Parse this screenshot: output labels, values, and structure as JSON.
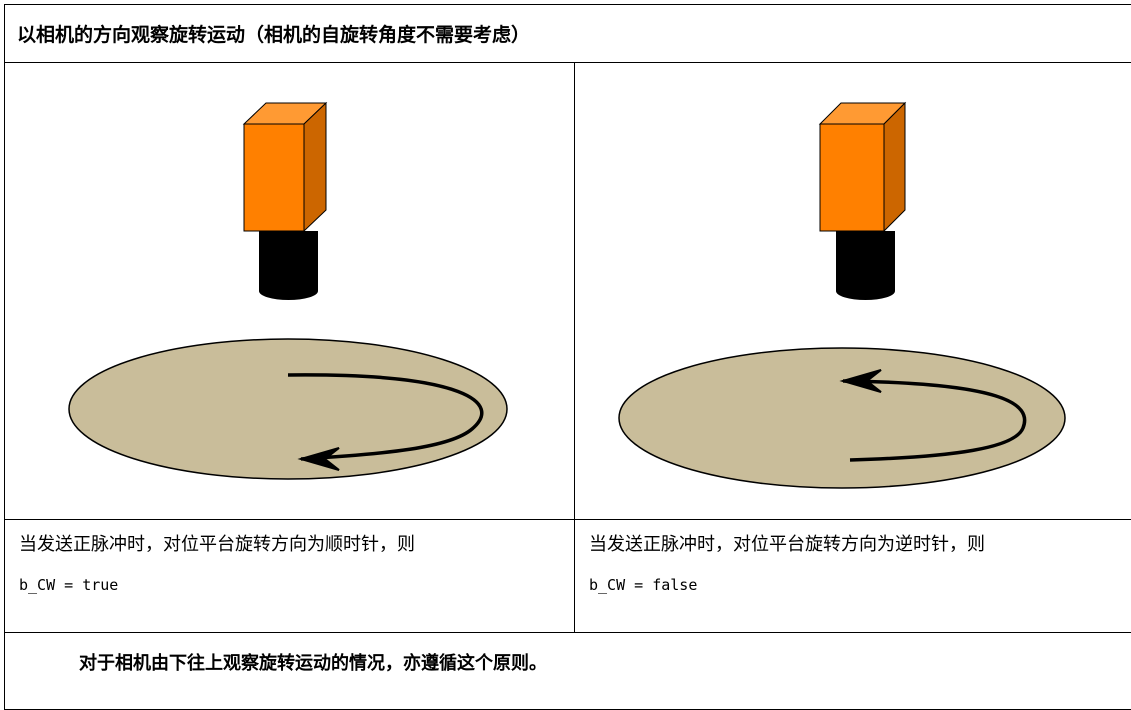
{
  "title": "以相机的方向观察旋转运动（相机的自旋转角度不需要考虑）",
  "left": {
    "caption": "当发送正脉冲时，对位平台旋转方向为顺时针，则",
    "code": "b_CW = true",
    "rotation": "clockwise"
  },
  "right": {
    "caption": "当发送正脉冲时，对位平台旋转方向为逆时针，则",
    "code": "b_CW = false",
    "rotation": "counterclockwise"
  },
  "note": "对于相机由下往上观察旋转运动的情况，亦遵循这个原则。",
  "colors": {
    "camera_front": "#ff8000",
    "camera_side": "#cc6600",
    "camera_top": "#ff9a33",
    "lens": "#000000",
    "platform": "#c9bd9a"
  }
}
